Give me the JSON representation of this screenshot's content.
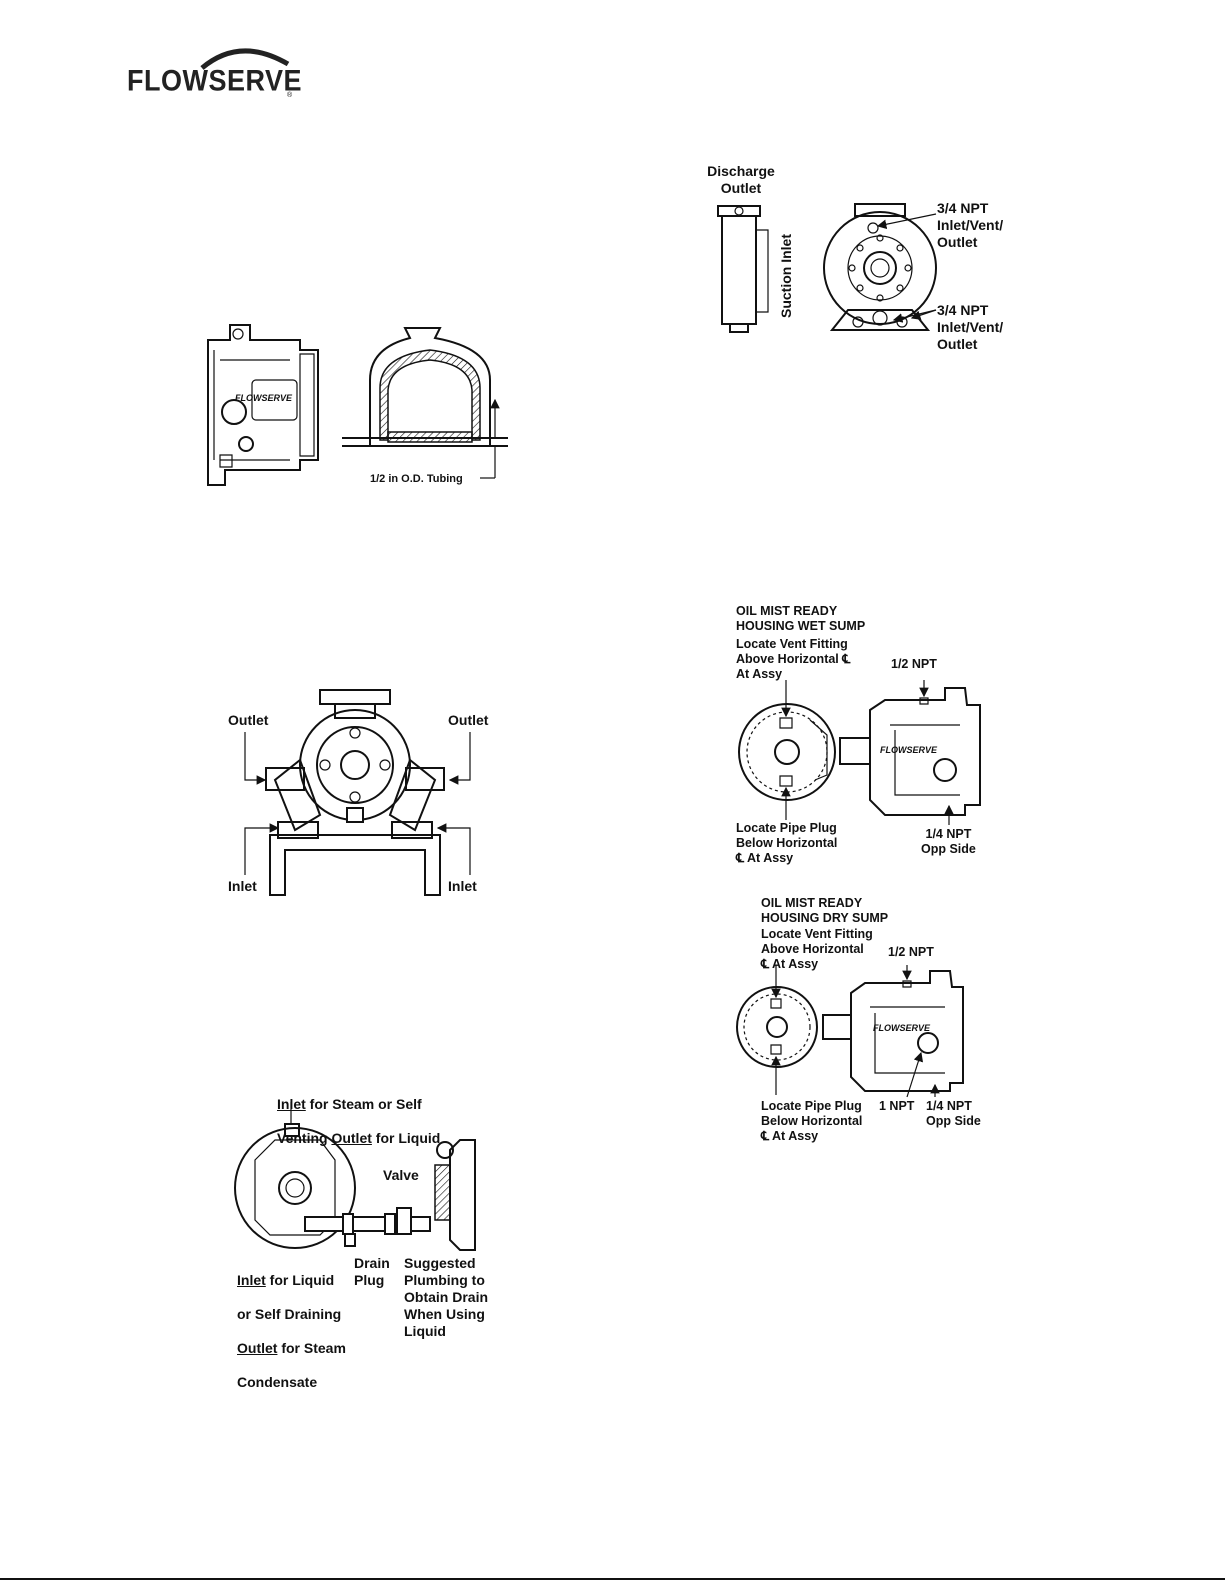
{
  "brand": {
    "name": "FLOWSERVE",
    "reg": "®"
  },
  "fig_tubing": {
    "label": "1/2 in O.D. Tubing",
    "nameplate": "FLOWSERVE"
  },
  "fig_pedestal": {
    "outlet_left": "Outlet",
    "outlet_right": "Outlet",
    "inlet_left": "Inlet",
    "inlet_right": "Inlet"
  },
  "fig_jacket": {
    "top_label_u1": "Inlet",
    "top_label_t1": " for Steam or Self",
    "top_label_t2": "Venting ",
    "top_label_u2": "Outlet",
    "top_label_t3": " for Liquid",
    "valve": "Valve",
    "inlet_u1": "Inlet",
    "inlet_t1": " for Liquid",
    "inlet_t2": "or Self Draining",
    "inlet_u2": "Outlet",
    "inlet_t3": " for Steam",
    "inlet_t4": "Condensate",
    "drain": "Drain\nPlug",
    "plumbing": "Suggested\nPlumbing to\nObtain Drain\nWhen Using\nLiquid"
  },
  "fig_casing": {
    "discharge": "Discharge\nOutlet",
    "suction": "Suction Inlet",
    "npt_top": "3/4 NPT\nInlet/Vent/\nOutlet",
    "npt_bottom": "3/4 NPT\nInlet/Vent/\nOutlet"
  },
  "fig_wet": {
    "title": "OIL MIST READY\nHOUSING WET SUMP",
    "vent": "Locate Vent Fitting\nAbove Horizontal ℄\nAt Assy",
    "npt_half": "1/2 NPT",
    "plug": "Locate Pipe Plug\nBelow Horizontal\n℄ At Assy",
    "npt_quarter": "1/4 NPT\nOpp Side",
    "nameplate": "FLOWSERVE"
  },
  "fig_dry": {
    "title": "OIL MIST READY\nHOUSING DRY SUMP",
    "vent": "Locate Vent Fitting\nAbove Horizontal\n℄ At Assy",
    "npt_half": "1/2 NPT",
    "plug": "Locate Pipe Plug\nBelow Horizontal\n℄ At Assy",
    "npt_one": "1 NPT",
    "npt_quarter": "1/4 NPT\nOpp Side",
    "nameplate": "FLOWSERVE"
  }
}
